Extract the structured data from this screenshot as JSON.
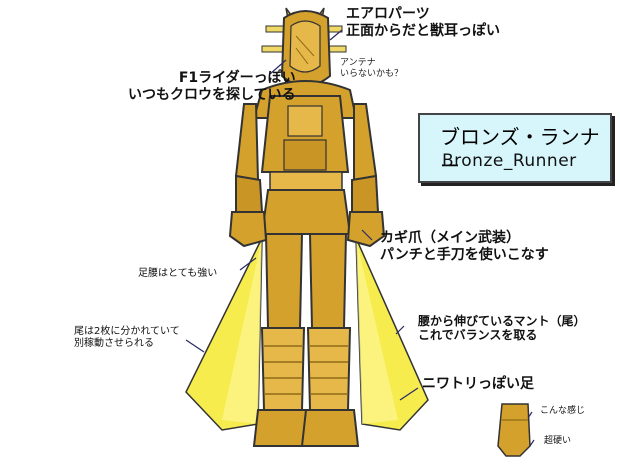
{
  "colors": {
    "bronze": "#d4a12c",
    "bronze_light": "#e6b84a",
    "bronze_dark": "#8f6a16",
    "cape": "#f6ec4d",
    "title_box_fill": "#d6f6fb"
  },
  "title": {
    "jp": "ブロンズ・ランナー",
    "en": "Bronze_Runner"
  },
  "notes": {
    "aero_parts": "エアロパーツ\n正面からだと獣耳っぽい",
    "antenna": "アンテナ\nいらないかも？",
    "f1_rider": "F1ライダーっぽい\nいつもクロウを探している",
    "claw": "カギ爪（メイン武装）\nパンチと手刀を使いこなす",
    "hips": "足腰はとても強い",
    "tail": "尾は2枚に分かれていて\n別稼動させられる",
    "cape": "腰から伸びているマント（尾）\nこれでバランスを取る",
    "chicken_foot": "ニワトリっぽい足",
    "feel": "こんな感じ",
    "super_hard": "超硬い"
  }
}
